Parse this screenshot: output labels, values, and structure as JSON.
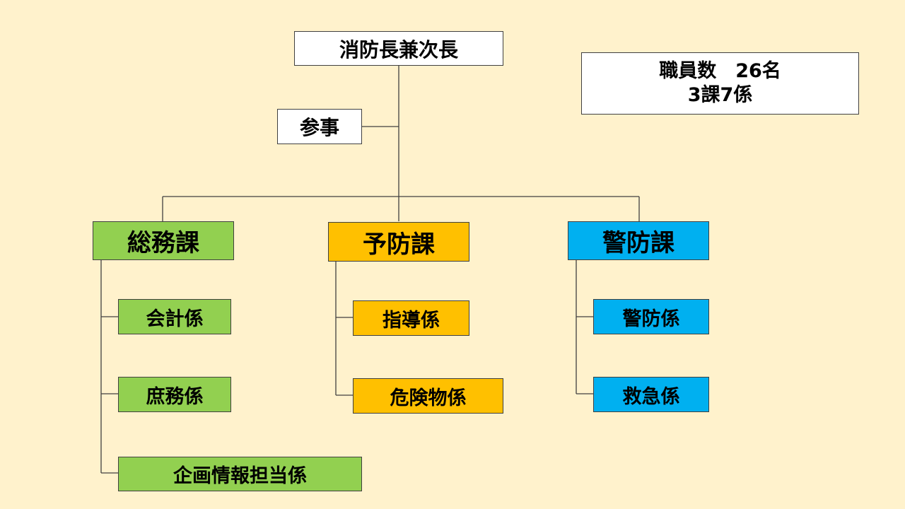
{
  "top": {
    "label": "消防長兼次長"
  },
  "staff": {
    "label": "参事"
  },
  "info": {
    "line1": "職員数　26名",
    "line2": "3課7係"
  },
  "divisions": [
    {
      "label": "総務課",
      "color": "#92d050",
      "sections": [
        "会計係",
        "庶務係",
        "企画情報担当係"
      ]
    },
    {
      "label": "予防課",
      "color": "#ffc000",
      "sections": [
        "指導係",
        "危険物係"
      ]
    },
    {
      "label": "警防課",
      "color": "#00b0f0",
      "sections": [
        "警防係",
        "救急係"
      ]
    }
  ]
}
